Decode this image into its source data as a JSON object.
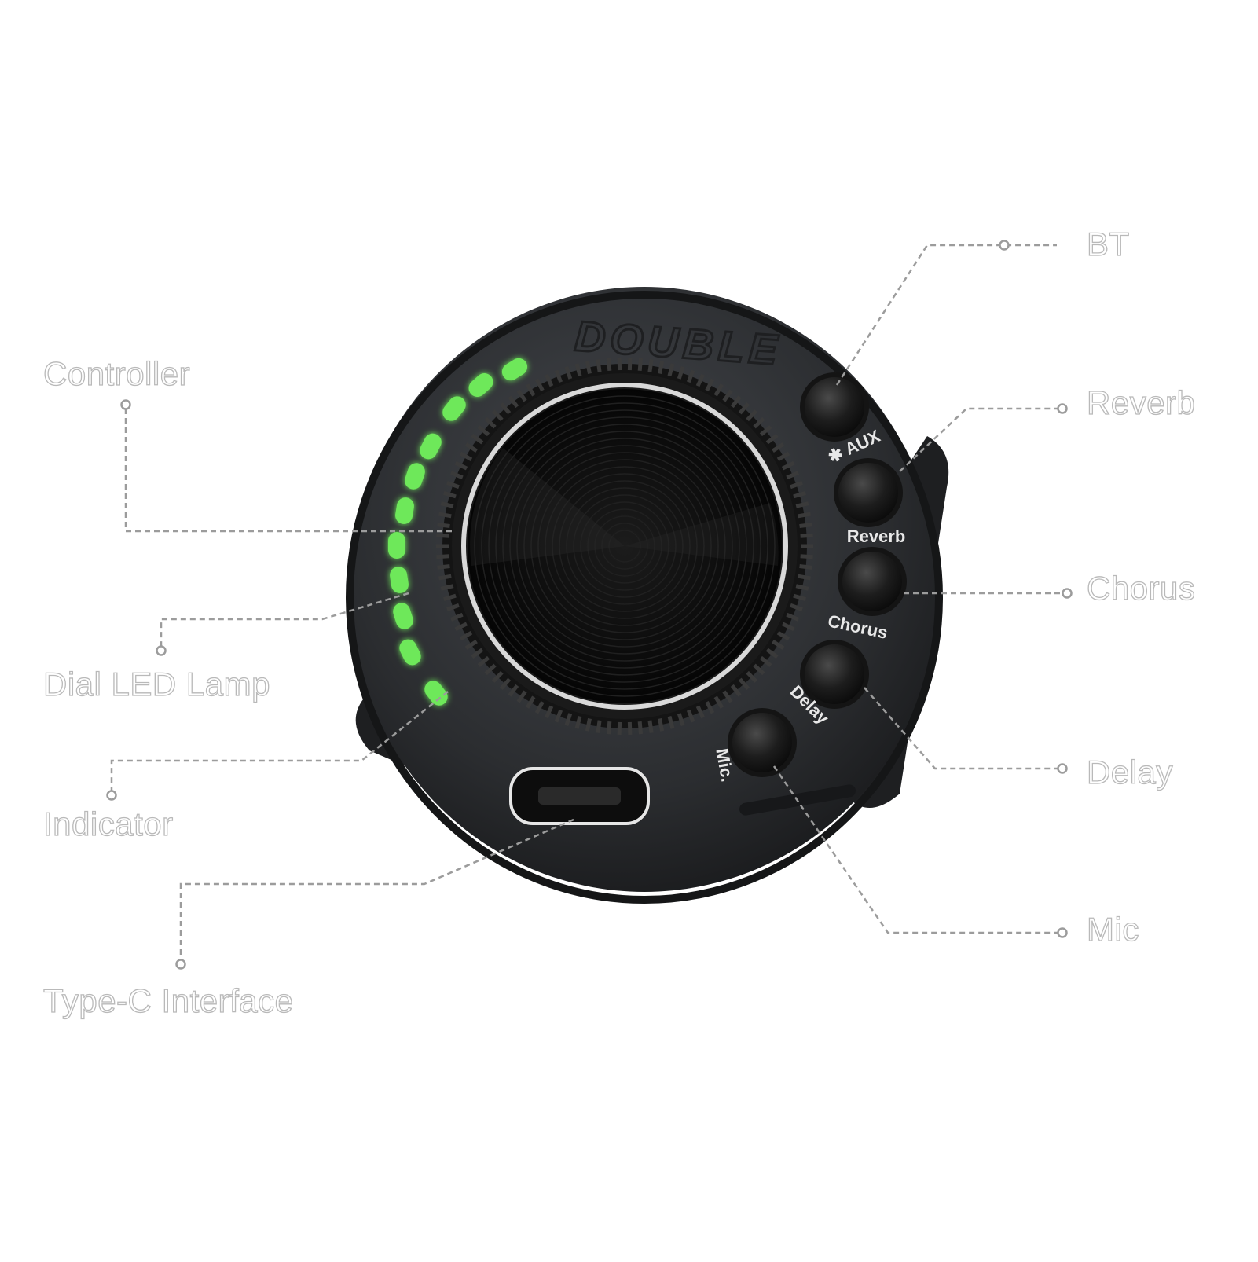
{
  "device": {
    "brand_text": "DOUBLE",
    "buttons": [
      {
        "id": "aux",
        "label": "AUX",
        "icon": "bluetooth-icon"
      },
      {
        "id": "reverb",
        "label": "Reverb"
      },
      {
        "id": "chorus",
        "label": "Chorus"
      },
      {
        "id": "delay",
        "label": "Delay"
      },
      {
        "id": "mic",
        "label": "Mic."
      }
    ],
    "led_color": "#6ee85a",
    "body_color": "#2b2d30"
  },
  "callouts": {
    "controller": "Controller",
    "dial_led_lamp": "Dial LED Lamp",
    "indicator": "Indicator",
    "type_c": "Type-C Interface",
    "bt": "BT",
    "reverb": "Reverb",
    "chorus": "Chorus",
    "delay": "Delay",
    "mic": "Mic"
  }
}
